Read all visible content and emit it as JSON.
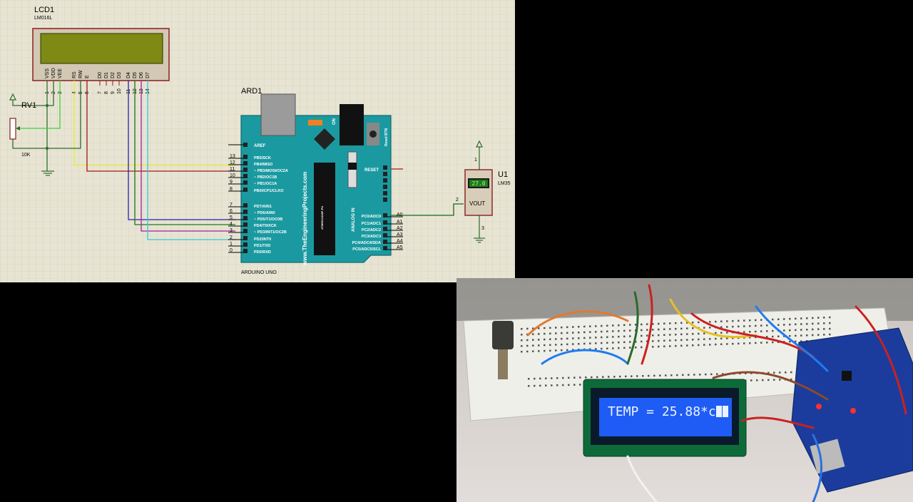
{
  "schematic": {
    "lcd": {
      "ref": "LCD1",
      "model": "LM016L",
      "pin_labels": [
        "VSS",
        "VDD",
        "VEE",
        "RS",
        "RW",
        "E",
        "D0",
        "D1",
        "D2",
        "D3",
        "D4",
        "D5",
        "D6",
        "D7"
      ],
      "pin_numbers": [
        "1",
        "2",
        "3",
        "4",
        "5",
        "6",
        "7",
        "8",
        "9",
        "10",
        "11",
        "12",
        "13",
        "14"
      ]
    },
    "pot": {
      "ref": "RV1",
      "value": "10K"
    },
    "arduino": {
      "ref": "ARD1",
      "name": "ARDUINO UNO",
      "url": "www.TheEngineeringProjects.com",
      "aref": "AREF",
      "reset": "RESET",
      "on_label": "ON",
      "reset_btn": "Reset BTN",
      "analog_in": "ANALOG IN",
      "chip": "ATMEGA328P-PU",
      "top_pin_labels": [
        "PB5/SCK",
        "PB4/MISO",
        "~ PB3/MOSI/OC2A",
        "~ PB2/OC1B",
        "~ PB1/OC1A",
        "PB0/ICP1/CLKO"
      ],
      "top_pin_numbers": [
        "13",
        "12",
        "11",
        "10",
        "9",
        "8"
      ],
      "bot_pin_labels": [
        "PD7/AIN1",
        "~ PD6/AIN0",
        "~ PD5/T1/OC0B",
        "PD4/T0/XCK",
        "~ PD3/INT1/OC2B",
        "PD2/INT0",
        "PD1/TXD",
        "PD0/RXD"
      ],
      "bot_pin_numbers": [
        "7",
        "6",
        "5",
        "4",
        "3",
        "2",
        "1",
        "0"
      ],
      "analog_labels": [
        "PC0/ADC0",
        "PC1/ADC1",
        "PC2/ADC2",
        "PC3/ADC3",
        "PC4/ADC4/SDA",
        "PC5/ADC5/SCL"
      ],
      "analog_numbers": [
        "A0",
        "A1",
        "A2",
        "A3",
        "A4",
        "A5"
      ]
    },
    "sensor": {
      "ref": "U1",
      "model": "LM35",
      "display": "27.0",
      "vout": "VOUT",
      "pin1": "1",
      "pin2": "2",
      "pin3": "3"
    }
  },
  "photo": {
    "lcd_text": "TEMP = 25.88*c"
  },
  "colors": {
    "grid_bg": "#e8e4d3",
    "arduino_teal": "#1a9aa0",
    "lcd_blue": "#1f5cf5",
    "wire_red": "#a01818"
  }
}
